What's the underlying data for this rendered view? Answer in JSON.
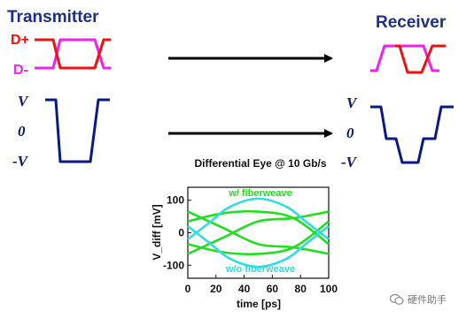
{
  "transmitter": {
    "title": "Transmitter",
    "d_plus": "D+",
    "d_minus": "D-",
    "v_high": "V",
    "v_zero": "0",
    "v_low": "-V"
  },
  "receiver": {
    "title": "Receiver",
    "v_high": "V",
    "v_zero": "0",
    "v_low": "-V"
  },
  "colors": {
    "d_plus": "#ee1111",
    "d_minus": "#ee22ee",
    "differential": "#0a1a80",
    "arrow": "#000000",
    "with_fiberweave": "#22dd22",
    "without_fiberweave": "#33dddd"
  },
  "chart_data": {
    "type": "line",
    "title": "Differential Eye @ 10 Gb/s",
    "xlabel": "time [ps]",
    "ylabel": "V_diff [mV]",
    "xlim": [
      0,
      100
    ],
    "ylim": [
      -140,
      140
    ],
    "xticks": [
      0,
      20,
      40,
      60,
      80,
      100
    ],
    "yticks": [
      -100,
      0,
      100
    ],
    "grid": false,
    "annotations": [
      "w/ fiberweave",
      "w/o fiberweave"
    ],
    "series": [
      {
        "name": "w/ fiberweave",
        "x": [
          0,
          25,
          50,
          75,
          100
        ],
        "values": [
          -65,
          -15,
          35,
          45,
          65
        ]
      },
      {
        "name": "w/ fiberweave",
        "x": [
          0,
          25,
          50,
          75,
          100
        ],
        "values": [
          65,
          15,
          -35,
          -45,
          -65
        ]
      },
      {
        "name": "w/ fiberweave",
        "x": [
          0,
          25,
          50,
          75,
          100
        ],
        "values": [
          35,
          60,
          65,
          45,
          -35
        ]
      },
      {
        "name": "w/ fiberweave",
        "x": [
          0,
          25,
          50,
          75,
          100
        ],
        "values": [
          -35,
          -60,
          -65,
          -45,
          35
        ]
      },
      {
        "name": "w/o fiberweave",
        "x": [
          0,
          15,
          30,
          50,
          70,
          85,
          100
        ],
        "values": [
          -20,
          30,
          80,
          105,
          80,
          30,
          -20
        ]
      },
      {
        "name": "w/o fiberweave",
        "x": [
          0,
          15,
          30,
          50,
          70,
          85,
          100
        ],
        "values": [
          20,
          -30,
          -80,
          -105,
          -80,
          -30,
          20
        ]
      }
    ]
  },
  "watermark": "硬件助手"
}
